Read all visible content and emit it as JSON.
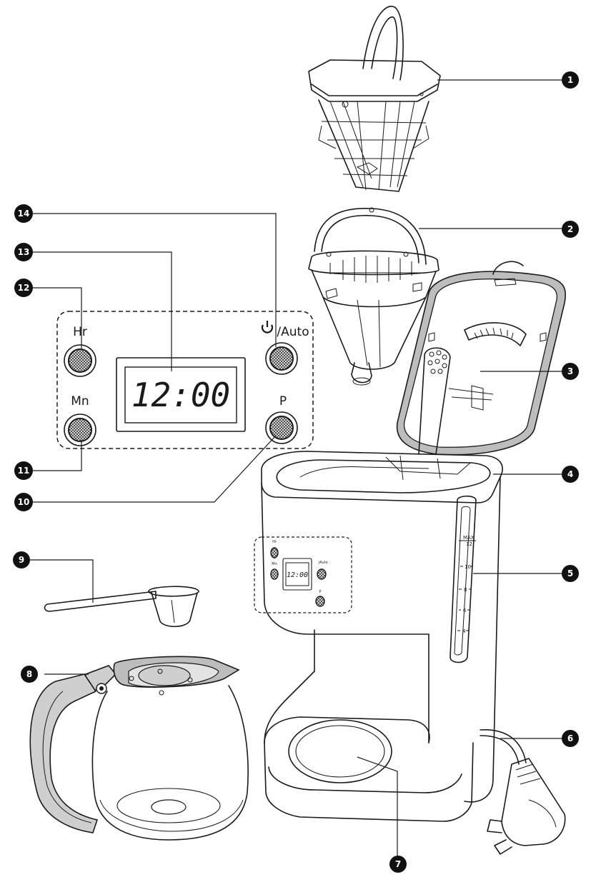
{
  "callouts": {
    "c1": "1",
    "c2": "2",
    "c3": "3",
    "c4": "4",
    "c5": "5",
    "c6": "6",
    "c7": "7",
    "c8": "8",
    "c9": "9",
    "c10": "10",
    "c11": "11",
    "c12": "12",
    "c13": "13",
    "c14": "14"
  },
  "panel": {
    "hr_label": "Hr",
    "mn_label": "Mn",
    "power_auto_label": "/Auto",
    "p_label": "P",
    "display": "12:00"
  },
  "water_scale": {
    "max": "MAX",
    "m12": "12",
    "m10": "10",
    "m8": "8",
    "m6": "6",
    "m4": "4"
  },
  "icons": {
    "power": "power-icon"
  },
  "colors": {
    "line": "#1a1a1a",
    "callout_fill": "#111111",
    "handle_shade": "#cfcfcf",
    "lid_shade": "#b8b8b8"
  }
}
